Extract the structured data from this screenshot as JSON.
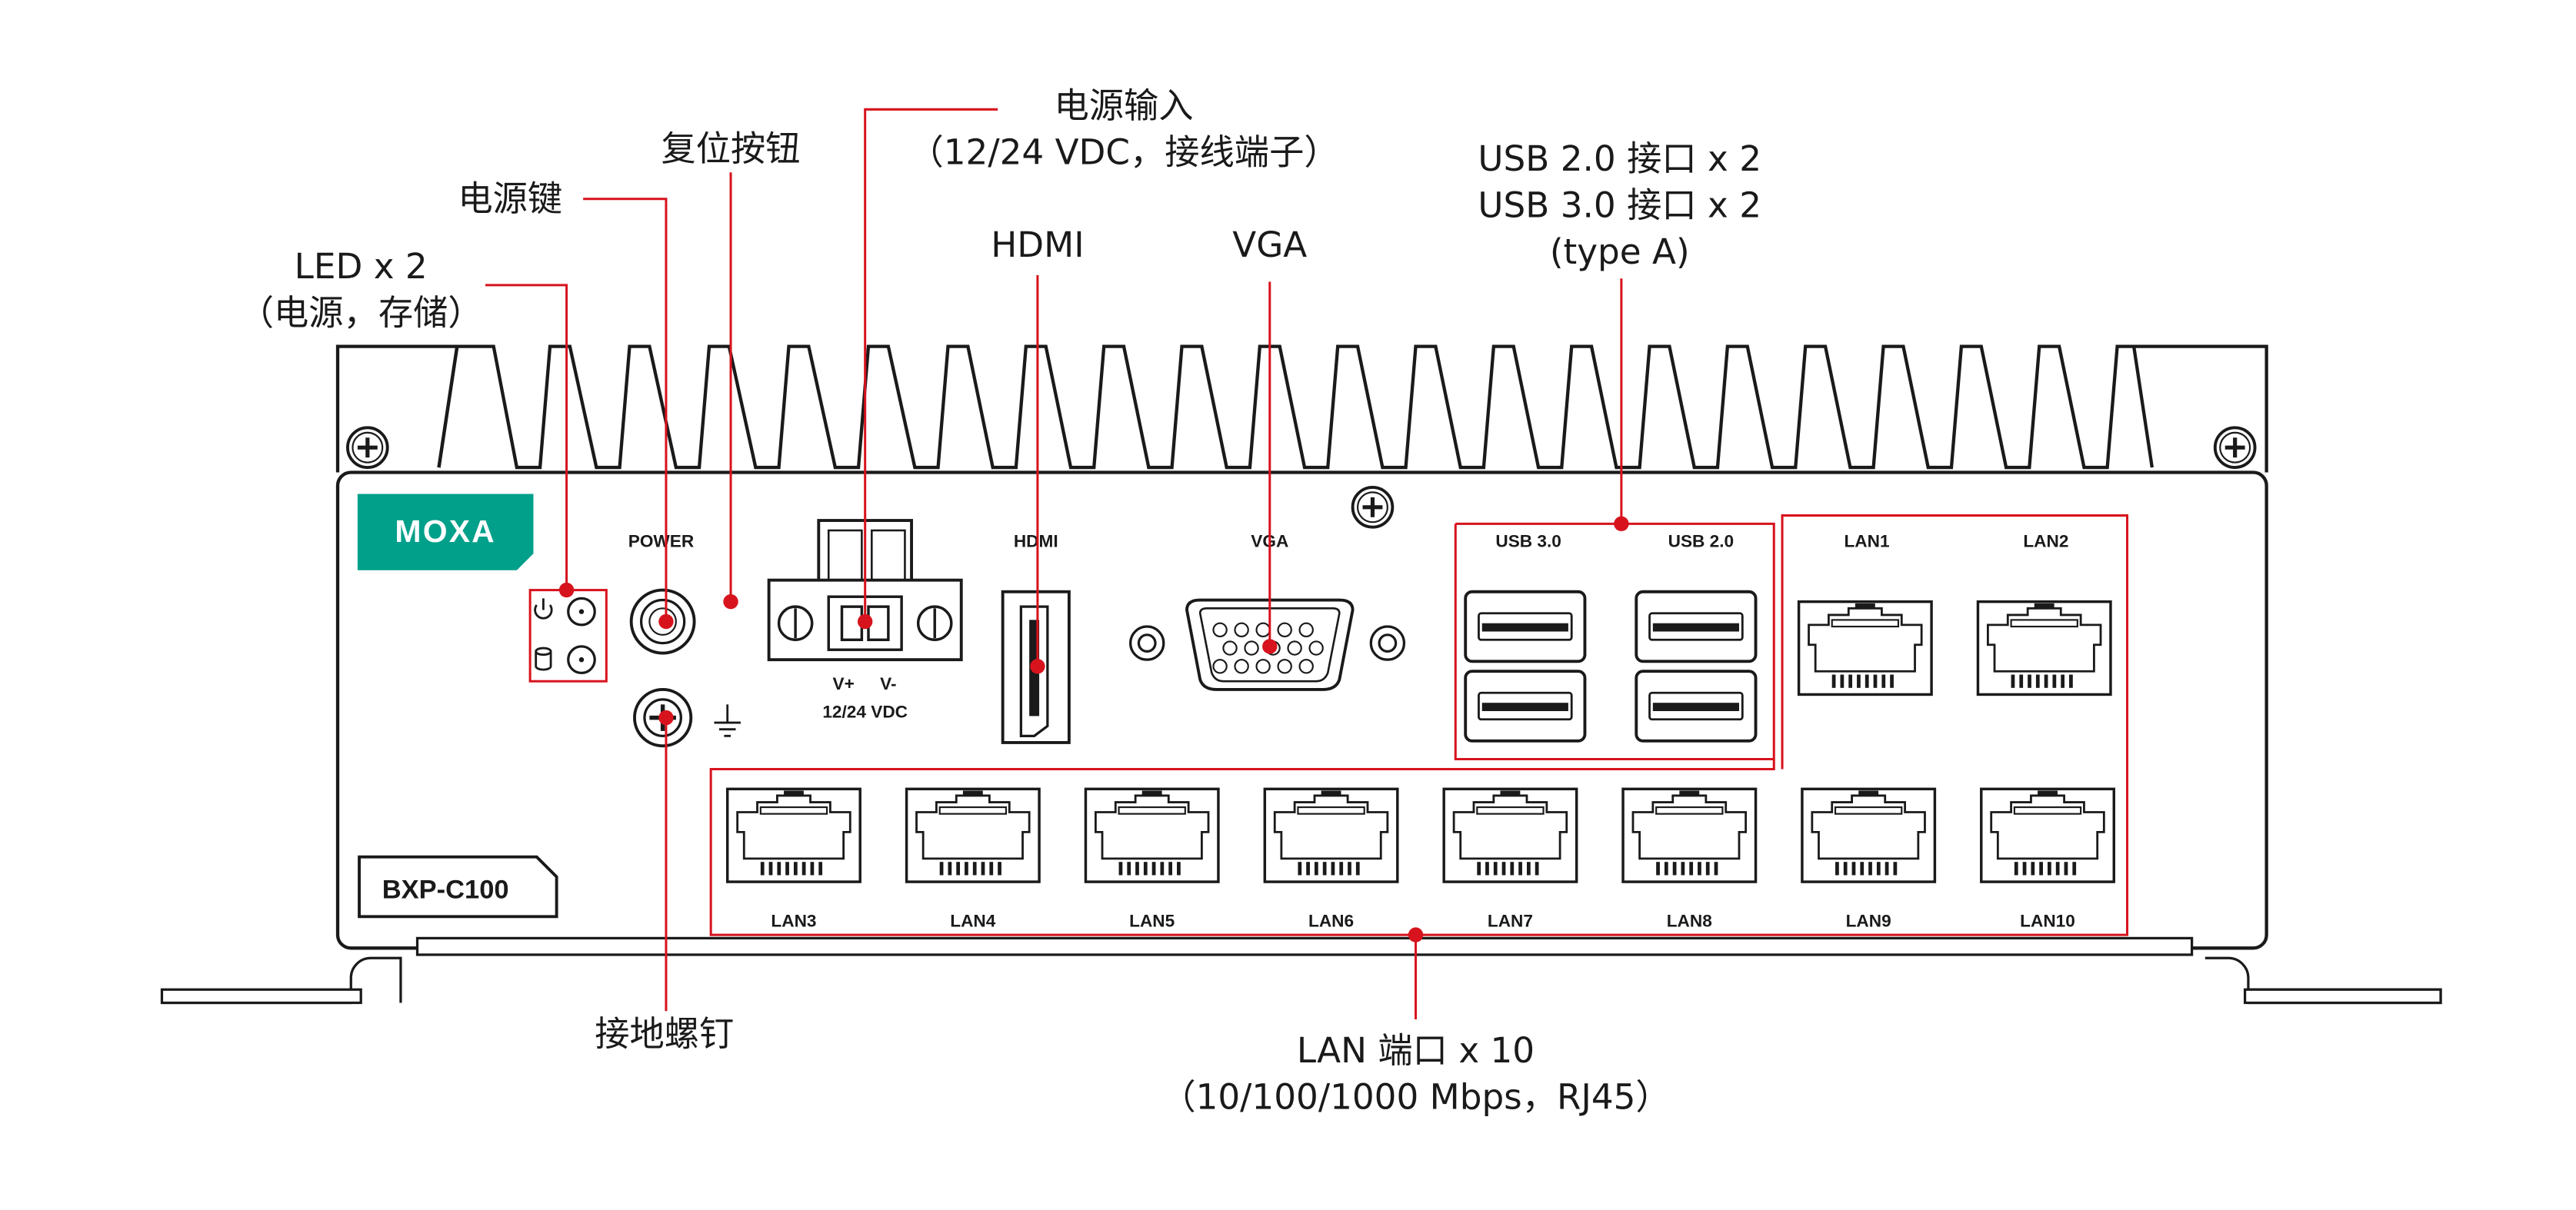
{
  "colors": {
    "line": "#d7131d",
    "outline": "#1a1a1a",
    "brand": "#00a08a",
    "panel": "#ffffff",
    "text": "#1a1a1a"
  },
  "brand": {
    "logo_text": "MOXA"
  },
  "model": {
    "name": "BXP-C100"
  },
  "panel_labels": {
    "power": "POWER",
    "v_plus": "V+",
    "v_minus": "V-",
    "vdc": "12/24 VDC",
    "hdmi": "HDMI",
    "vga": "VGA",
    "usb3": "USB 3.0",
    "usb2": "USB 2.0",
    "lan1": "LAN1",
    "lan2": "LAN2",
    "lan_bottom": [
      "LAN3",
      "LAN4",
      "LAN5",
      "LAN6",
      "LAN7",
      "LAN8",
      "LAN9",
      "LAN10"
    ]
  },
  "callouts": {
    "led": [
      "LED x 2",
      "（电源，存储）"
    ],
    "power_key": [
      "电源键"
    ],
    "reset": [
      "复位按钮"
    ],
    "power_input": [
      "电源输入",
      "（12/24 VDC，接线端子）"
    ],
    "hdmi": [
      "HDMI"
    ],
    "vga": [
      "VGA"
    ],
    "usb": [
      "USB 2.0 接口 x 2",
      "USB 3.0 接口 x 2",
      "(type A)"
    ],
    "ground": [
      "接地螺钉"
    ],
    "lan": [
      "LAN 端口 x 10",
      "（10/100/1000 Mbps，RJ45）"
    ]
  },
  "icons": {
    "power_led": "power-icon",
    "storage_led": "storage-icon",
    "ground": "ground-icon",
    "screw": "screw-icon"
  }
}
